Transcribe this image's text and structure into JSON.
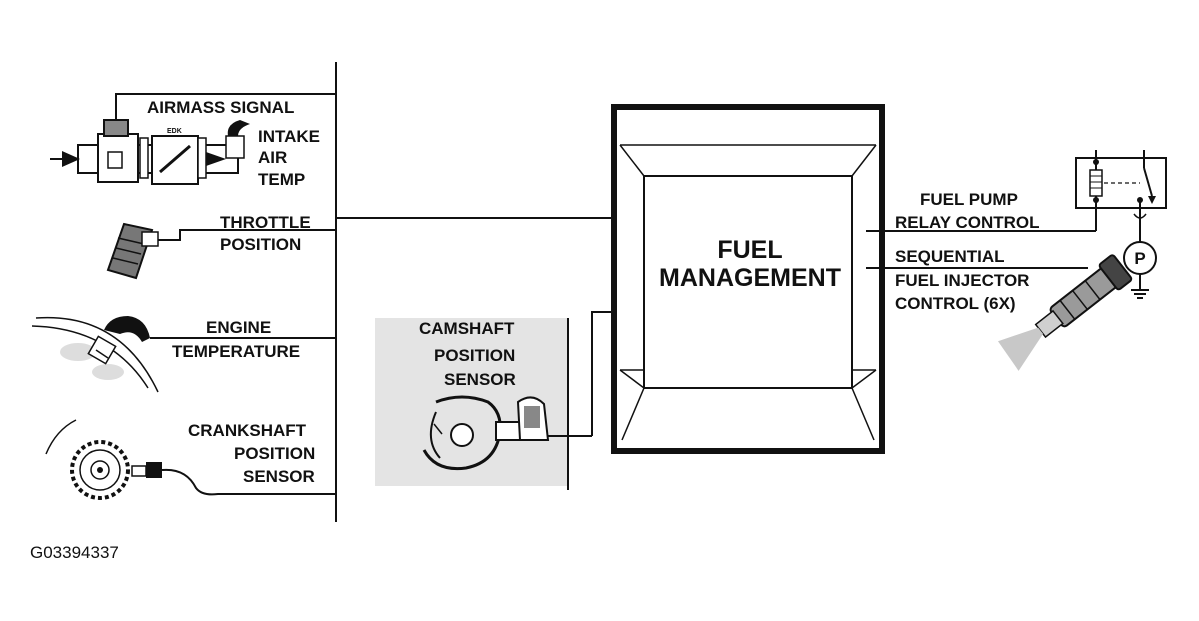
{
  "inputs": {
    "airmass_signal": "AIRMASS SIGNAL",
    "intake_air_temp": [
      "INTAKE",
      "AIR",
      "TEMP"
    ],
    "throttle_position": [
      "THROTTLE",
      "POSITION"
    ],
    "engine_temperature": [
      "ENGINE",
      "TEMPERATURE"
    ],
    "crankshaft_position_sensor": [
      "CRANKSHAFT",
      "POSITION",
      "SENSOR"
    ],
    "camshaft_position_sensor": [
      "CAMSHAFT",
      "POSITION",
      "SENSOR"
    ]
  },
  "module": {
    "title": [
      "FUEL",
      "MANAGEMENT"
    ]
  },
  "outputs": {
    "fuel_pump_relay_control": [
      "FUEL PUMP",
      "RELAY CONTROL"
    ],
    "sequential_fuel_injector_control": [
      "SEQUENTIAL",
      "FUEL INJECTOR",
      "CONTROL (6X)"
    ]
  },
  "components": {
    "pump_symbol": "P",
    "maf_mark": "EDK"
  },
  "figure_id": "G03394337",
  "colors": {
    "ink": "#111111",
    "camshaft_panel": "#e4e4e4",
    "part_gray": "#9a9a9a",
    "part_light": "#d0d0d0"
  }
}
